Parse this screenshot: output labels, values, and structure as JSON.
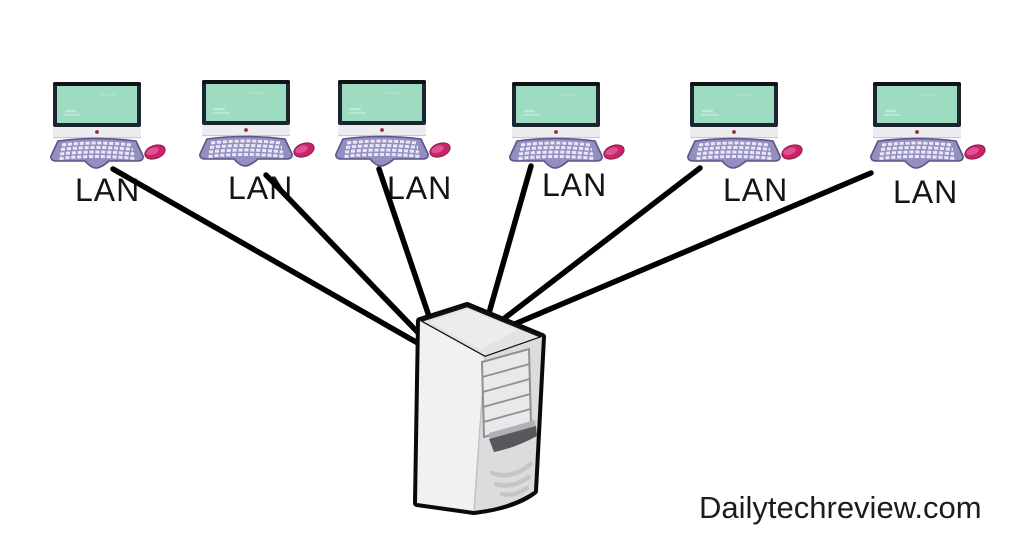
{
  "page": {
    "background_color": "#ffffff",
    "watermark": "Dailytechreview.com"
  },
  "diagram": {
    "type": "star-network-diagram",
    "hub": {
      "id": "server",
      "kind": "server-tower"
    },
    "nodes": [
      {
        "id": "computer-1",
        "kind": "desktop-computer",
        "label": "LAN"
      },
      {
        "id": "computer-2",
        "kind": "desktop-computer",
        "label": "LAN"
      },
      {
        "id": "computer-3",
        "kind": "desktop-computer",
        "label": "LAN"
      },
      {
        "id": "computer-4",
        "kind": "desktop-computer",
        "label": "LAN"
      },
      {
        "id": "computer-5",
        "kind": "desktop-computer",
        "label": "LAN"
      },
      {
        "id": "computer-6",
        "kind": "desktop-computer",
        "label": "LAN"
      }
    ],
    "connections": [
      {
        "from": "computer-1",
        "to": "server"
      },
      {
        "from": "computer-2",
        "to": "server"
      },
      {
        "from": "computer-3",
        "to": "server"
      },
      {
        "from": "computer-4",
        "to": "server"
      },
      {
        "from": "computer-5",
        "to": "server"
      },
      {
        "from": "computer-6",
        "to": "server"
      }
    ],
    "colors": {
      "connection_line": "#000000",
      "monitor_frame": "#1c2630",
      "monitor_screen": "#9edcc2",
      "monitor_chin": "#ebebf0",
      "keyboard": "#938fc0",
      "mouse": "#cb2368",
      "server_side": "#f1f1f2",
      "server_front": "#dcdcde",
      "server_top": "#e3e3e5",
      "outline": "#0a0a0a"
    }
  }
}
